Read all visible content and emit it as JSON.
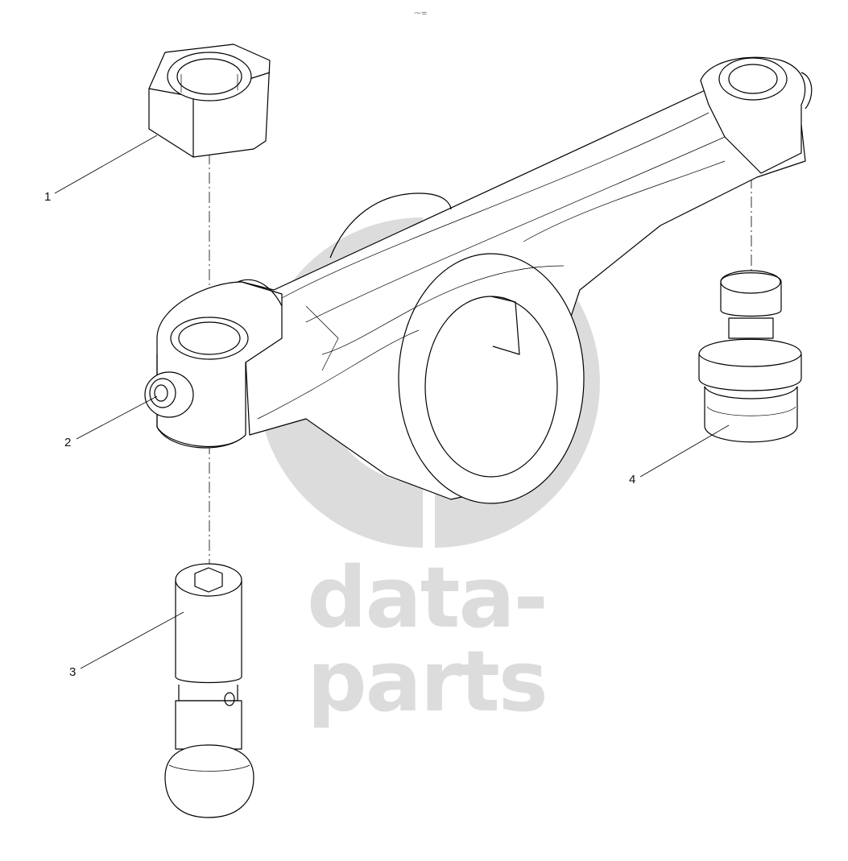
{
  "corner_mark": "⁓=",
  "watermark": {
    "text": "data-parts",
    "color": "#dcdcdc"
  },
  "callouts": [
    {
      "label": "1",
      "part": "nut"
    },
    {
      "label": "2",
      "part": "pin"
    },
    {
      "label": "3",
      "part": "adjusting-screw"
    },
    {
      "label": "4",
      "part": "valve-cap"
    }
  ]
}
